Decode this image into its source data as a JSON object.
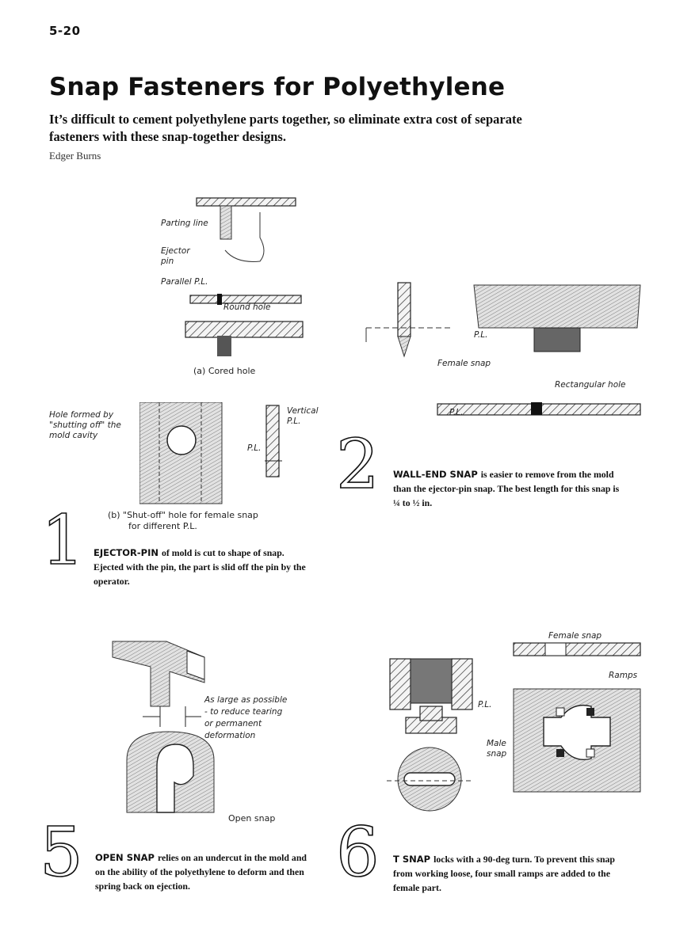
{
  "page_number": "5-20",
  "title": "Snap Fasteners for Polyethylene",
  "subtitle": "It’s difficult to cement polyethylene parts together, so eliminate extra cost of separate fasteners with these snap-together designs.",
  "author": "Edger Burns",
  "section1": {
    "number": "1",
    "labels": {
      "parting_line": "Parting line",
      "ejector_pin": "Ejector pin",
      "parallel_pl": "Parallel P.L.",
      "round_hole": "Round hole",
      "cored_caption": "(a) Cored hole",
      "hole_formed": "Hole formed by \"shutting off\" the mold cavity",
      "vertical_pl": "Vertical P.L.",
      "pl": "P.L.",
      "shutoff_caption_1": "(b) \"Shut-off\" hole for female snap",
      "shutoff_caption_2": "for different P.L."
    },
    "lead": "EJECTOR-PIN",
    "text": "of mold is cut to shape of snap. Ejected with the pin, the part is slid off the pin by the operator."
  },
  "section2": {
    "number": "2",
    "labels": {
      "pl_top": "P.L.",
      "female_snap": "Female snap",
      "rect_hole": "Rectangular hole",
      "pl_bottom": "P.L."
    },
    "lead": "WALL-END SNAP",
    "text": "is easier to remove from the mold than the ejector-pin snap. The best length for this snap is ¼ to ½ in."
  },
  "section5": {
    "number": "5",
    "labels": {
      "as_large": "As large as possible - to reduce tearing or permanent deformation",
      "open_snap": "Open snap"
    },
    "lead": "OPEN SNAP",
    "text": "relies on an undercut in the mold and on the ability of the polyethylene to deform and then spring back on ejection."
  },
  "section6": {
    "number": "6",
    "labels": {
      "female_snap": "Female snap",
      "ramps": "Ramps",
      "pl": "P.L.",
      "male_snap": "Male snap"
    },
    "lead": "T SNAP",
    "text": "locks with a 90-deg turn. To prevent this snap from working loose, four small ramps are added to the female part."
  }
}
